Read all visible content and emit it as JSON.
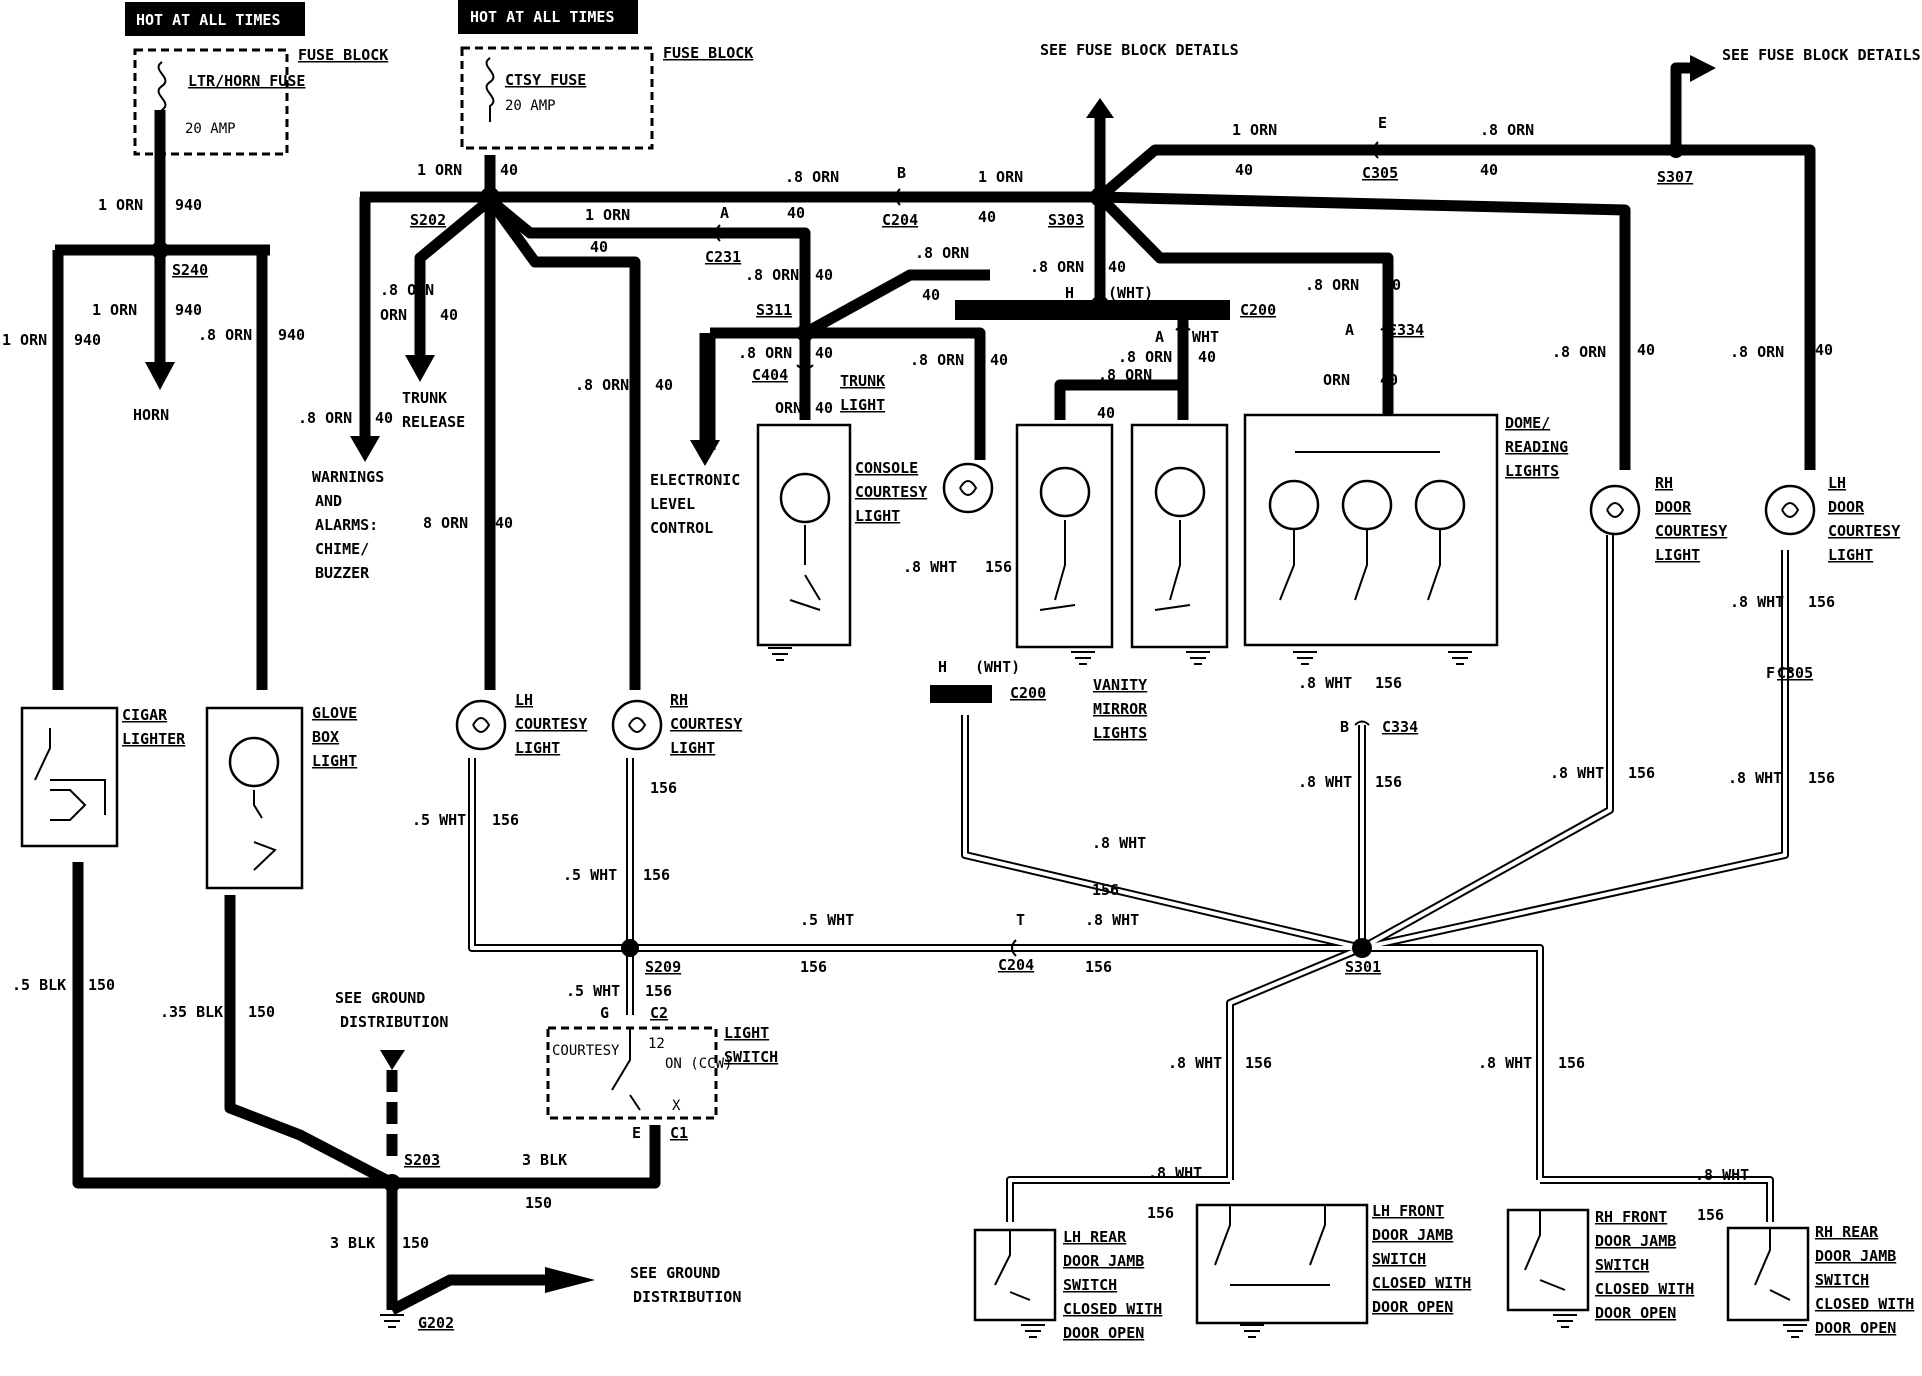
{
  "hot_at_all_times": "HOT AT ALL TIMES",
  "fuse_block": "FUSE BLOCK",
  "fuse_left": {
    "name": "LTR/HORN FUSE",
    "rating": "20 AMP"
  },
  "fuse_mid": {
    "name": "CTSY FUSE",
    "rating": "20 AMP"
  },
  "see_fuse_block_details": "SEE FUSE BLOCK DETAILS",
  "see_ground_distribution": "SEE GROUND DISTRIBUTION",
  "splices": [
    "S240",
    "S202",
    "S311",
    "S303",
    "S307",
    "S209",
    "S301",
    "S203",
    "G202"
  ],
  "connectors": [
    "C231",
    "C204",
    "C305",
    "C200",
    "C334",
    "C404",
    "C2",
    "C1"
  ],
  "loads": {
    "horn": "HORN",
    "warnings": "WARNINGS AND ALARMS: CHIME/ BUZZER",
    "trunk_release": "TRUNK RELEASE",
    "electronic_level": "ELECTRONIC LEVEL CONTROL",
    "cigar_lighter": "CIGAR LIGHTER",
    "glove_box": "GLOVE BOX LIGHT",
    "lh_courtesy": "LH COURTESY LIGHT",
    "rh_courtesy": "RH COURTESY LIGHT",
    "trunk_light": "TRUNK LIGHT",
    "console": "CONSOLE COURTESY LIGHT",
    "vanity": "VANITY MIRROR LIGHTS",
    "dome": "DOME/ READING LIGHTS",
    "rh_door": "RH DOOR COURTESY LIGHT",
    "lh_door": "LH DOOR COURTESY LIGHT",
    "light_switch": "LIGHT SWITCH",
    "courtesy": "COURTESY",
    "on_ccw": "ON (CCW)",
    "lh_rear": "LH REAR DOOR JAMB SWITCH",
    "lh_front": "LH FRONT DOOR JAMB SWITCH",
    "rh_front": "RH FRONT DOOR JAMB SWITCH",
    "rh_rear": "RH REAR DOOR JAMB SWITCH",
    "closed_with": "CLOSED WITH DOOR OPEN"
  },
  "wires": {
    "orn1": "1 ORN",
    "orn8": ".8 ORN",
    "orn": "ORN",
    "c40": "40",
    "c940": "940",
    "wht8": ".8 WHT",
    "wht5": ".5 WHT",
    "c156": "156",
    "blk5": ".5 BLK",
    "blk35": ".35 BLK",
    "blk3": "3 BLK",
    "c150": "150",
    "c12": "12",
    "wht_paren": "(WHT)",
    "wht": "WHT",
    "orn8b": "8 ORN",
    "x": "X"
  },
  "pins": {
    "A": "A",
    "B": "B",
    "E": "E",
    "F": "F",
    "G": "G",
    "H": "H",
    "T": "T"
  },
  "colors": {
    "wire": "#000000",
    "background": "#ffffff"
  }
}
